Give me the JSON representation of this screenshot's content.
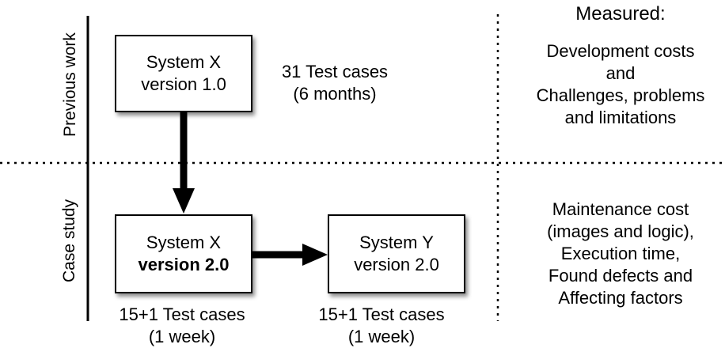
{
  "rows": {
    "previous_work": "Previous work",
    "case_study": "Case study"
  },
  "boxes": {
    "x1": {
      "line1": "System X",
      "line2": "version 1.0"
    },
    "x2": {
      "line1": "System X",
      "line2": "version 2.0"
    },
    "y2": {
      "line1": "System Y",
      "line2": "version 2.0"
    }
  },
  "test_cases": {
    "x1": {
      "line1": "31 Test cases",
      "line2": "(6 months)"
    },
    "x2": {
      "line1": "15+1 Test cases",
      "line2": "(1 week)"
    },
    "y2": {
      "line1": "15+1 Test cases",
      "line2": "(1 week)"
    }
  },
  "measured": {
    "title": "Measured:",
    "previous": [
      "Development costs",
      "and",
      "Challenges, problems",
      "and limitations"
    ],
    "case": [
      "Maintenance cost",
      "(images and logic),",
      "Execution time,",
      "Found defects and",
      "Affecting factors"
    ]
  },
  "colors": {
    "lines": "#000000",
    "background": "#ffffff"
  }
}
